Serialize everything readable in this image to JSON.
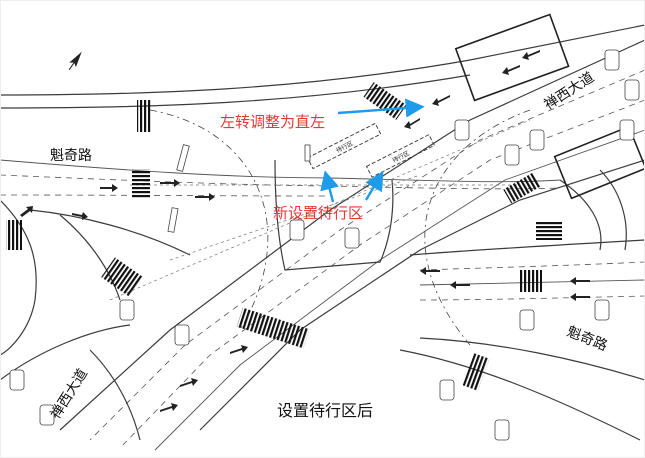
{
  "labels": {
    "road_kuiqi_left": "魁奇路",
    "road_kuiqi_right": "魁奇路",
    "road_chanxi_top": "禅西大道",
    "road_chanxi_bottom": "禅西大道",
    "ann_left_turn": "左转调整为直左",
    "ann_waiting_zone": "新设置待行区",
    "caption": "设置待行区后",
    "waiting_zone_text": "待行区"
  },
  "colors": {
    "annotation_text": "#e53935",
    "annotation_arrow": "#1e9be9",
    "road_lines": "#3c3c3c"
  },
  "icons": [
    "north-arrow-icon",
    "annotation-arrow-icon"
  ]
}
